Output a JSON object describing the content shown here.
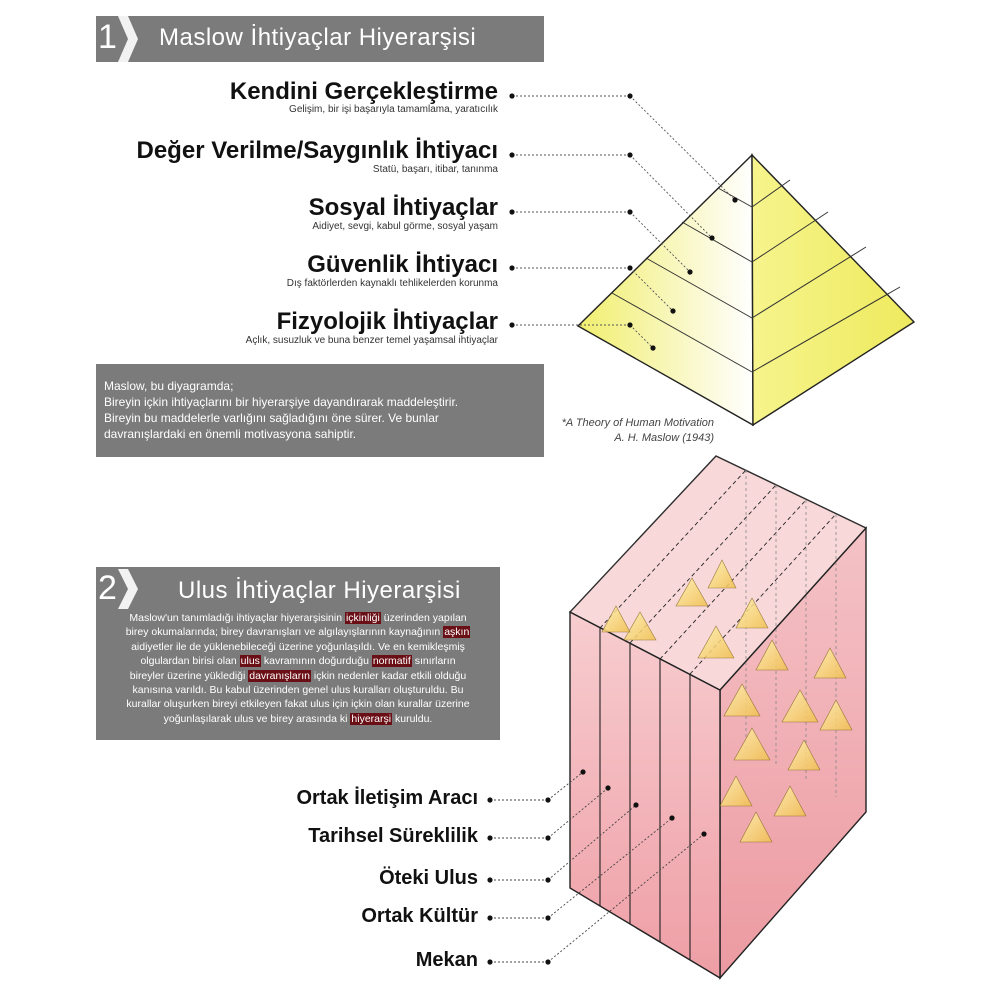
{
  "section1": {
    "number": "1",
    "title": "Maslow İhtiyaçlar Hiyerarşisi",
    "levels": [
      {
        "title": "Kendini Gerçekleştirme",
        "subtitle": "Gelişim, bir işi başarıyla tamamlama, yaratıcılık"
      },
      {
        "title": "Değer Verilme/Saygınlık İhtiyacı",
        "subtitle": "Statü, başarı, itibar, tanınma"
      },
      {
        "title": "Sosyal İhtiyaçlar",
        "subtitle": "Aidiyet, sevgi, kabul görme, sosyal yaşam"
      },
      {
        "title": "Güvenlik İhtiyacı",
        "subtitle": "Dış faktörlerden kaynaklı tehlikelerden korunma"
      },
      {
        "title": "Fizyolojik İhtiyaçlar",
        "subtitle": "Açlık, susuzluk ve buna benzer temel yaşamsal ihtiyaçlar"
      }
    ],
    "description": {
      "line1": "Maslow, bu diyagramda;",
      "line2": "Bireyin içkin ihtiyaçlarını bir hiyerarşiye dayandırarak maddeleştirir.",
      "line3": "Bireyin bu maddelerle varlığını sağladığını öne sürer. Ve bunlar",
      "line4": "davranışlardaki en önemli motivasyona sahiptir."
    },
    "citation": {
      "line1": "*A Theory of Human Motivation",
      "line2": "A. H. Maslow (1943)"
    }
  },
  "section2": {
    "number": "2",
    "title": "Ulus İhtiyaçlar Hiyerarşisi",
    "paragraph": {
      "l1a": "Maslow'un tanımladığı ihtiyaçlar hiyerarşisinin ",
      "l1h": "içkinliği",
      "l1b": " üzerinden yapılan",
      "l2a": "birey okumalarında; birey davranışları ve algılayışlarının kaynağının ",
      "l2h": "aşkın",
      "l3": "aidiyetler ile de yüklenebileceği üzerine yoğunlaşıldı. Ve en kemikleşmiş",
      "l4a": "olgulardan birisi olan ",
      "l4h1": "ulus",
      "l4b": " kavramının doğurduğu ",
      "l4h2": "normatif",
      "l4c": " sınırların",
      "l5a": "bireyler üzerine yüklediği ",
      "l5h": "davranışların",
      "l5b": " içkin nedenler kadar etkili olduğu",
      "l6": "kanısına varıldı. Bu kabul üzerinden genel ulus kuralları oluşturuldu.  Bu",
      "l7": "kurallar oluşurken bireyi etkileyen fakat ulus için içkin olan kurallar üzerine",
      "l8a": "yoğunlaşılarak ulus ve birey arasında ki ",
      "l8h": "hiyerarşi",
      "l8b": " kuruldu."
    },
    "cube_labels": [
      "Ortak İletişim Aracı",
      "Tarihsel Süreklilik",
      "Öteki Ulus",
      "Ortak Kültür",
      "Mekan"
    ]
  },
  "colors": {
    "header_bg": "#7b7b7b",
    "pyramid_yellow": "#f3f07a",
    "highlight": "#6a0f16",
    "cube_pink": "#f2b8bd"
  }
}
